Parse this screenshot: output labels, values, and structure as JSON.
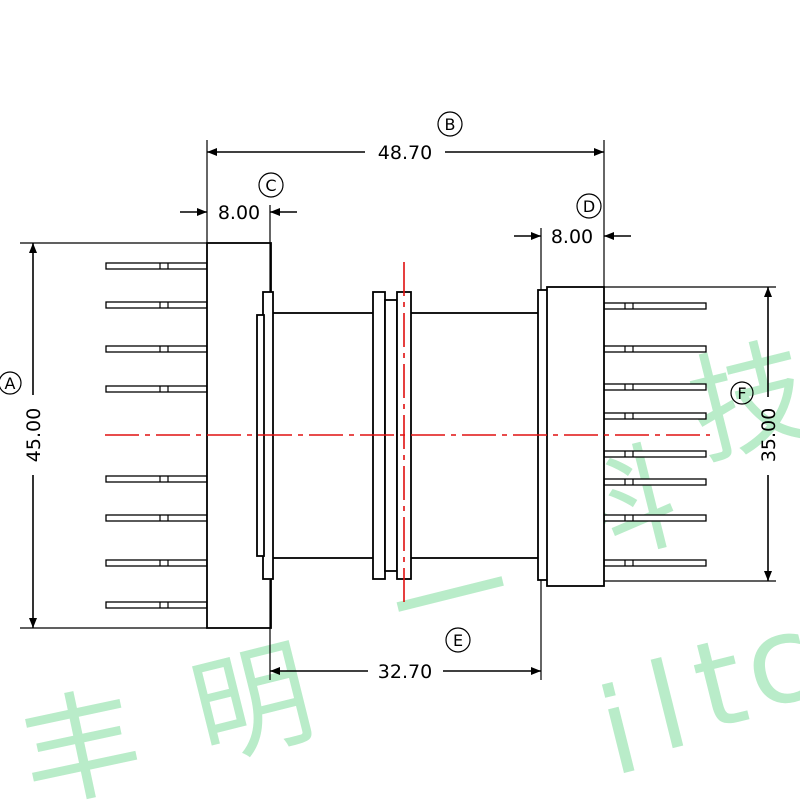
{
  "dimensions": {
    "overall_width": "48.70",
    "left_flange_width": "8.00",
    "right_flange_width": "8.00",
    "left_height": "45.00",
    "right_height": "35.00",
    "core_width": "32.70"
  },
  "callouts": {
    "overall_width": "B",
    "left_flange_width": "C",
    "right_flange_width": "D",
    "left_height": "A",
    "right_height": "F",
    "core_width": "E"
  },
  "pins": {
    "left_count": 8,
    "right_count": 8
  },
  "watermark": [
    "丰",
    "明",
    "一",
    "科",
    "技",
    "i",
    "l",
    "t",
    "c"
  ],
  "colors": {
    "line": "#000000",
    "centerline": "#e01010",
    "watermark": "#b9ecc9"
  }
}
